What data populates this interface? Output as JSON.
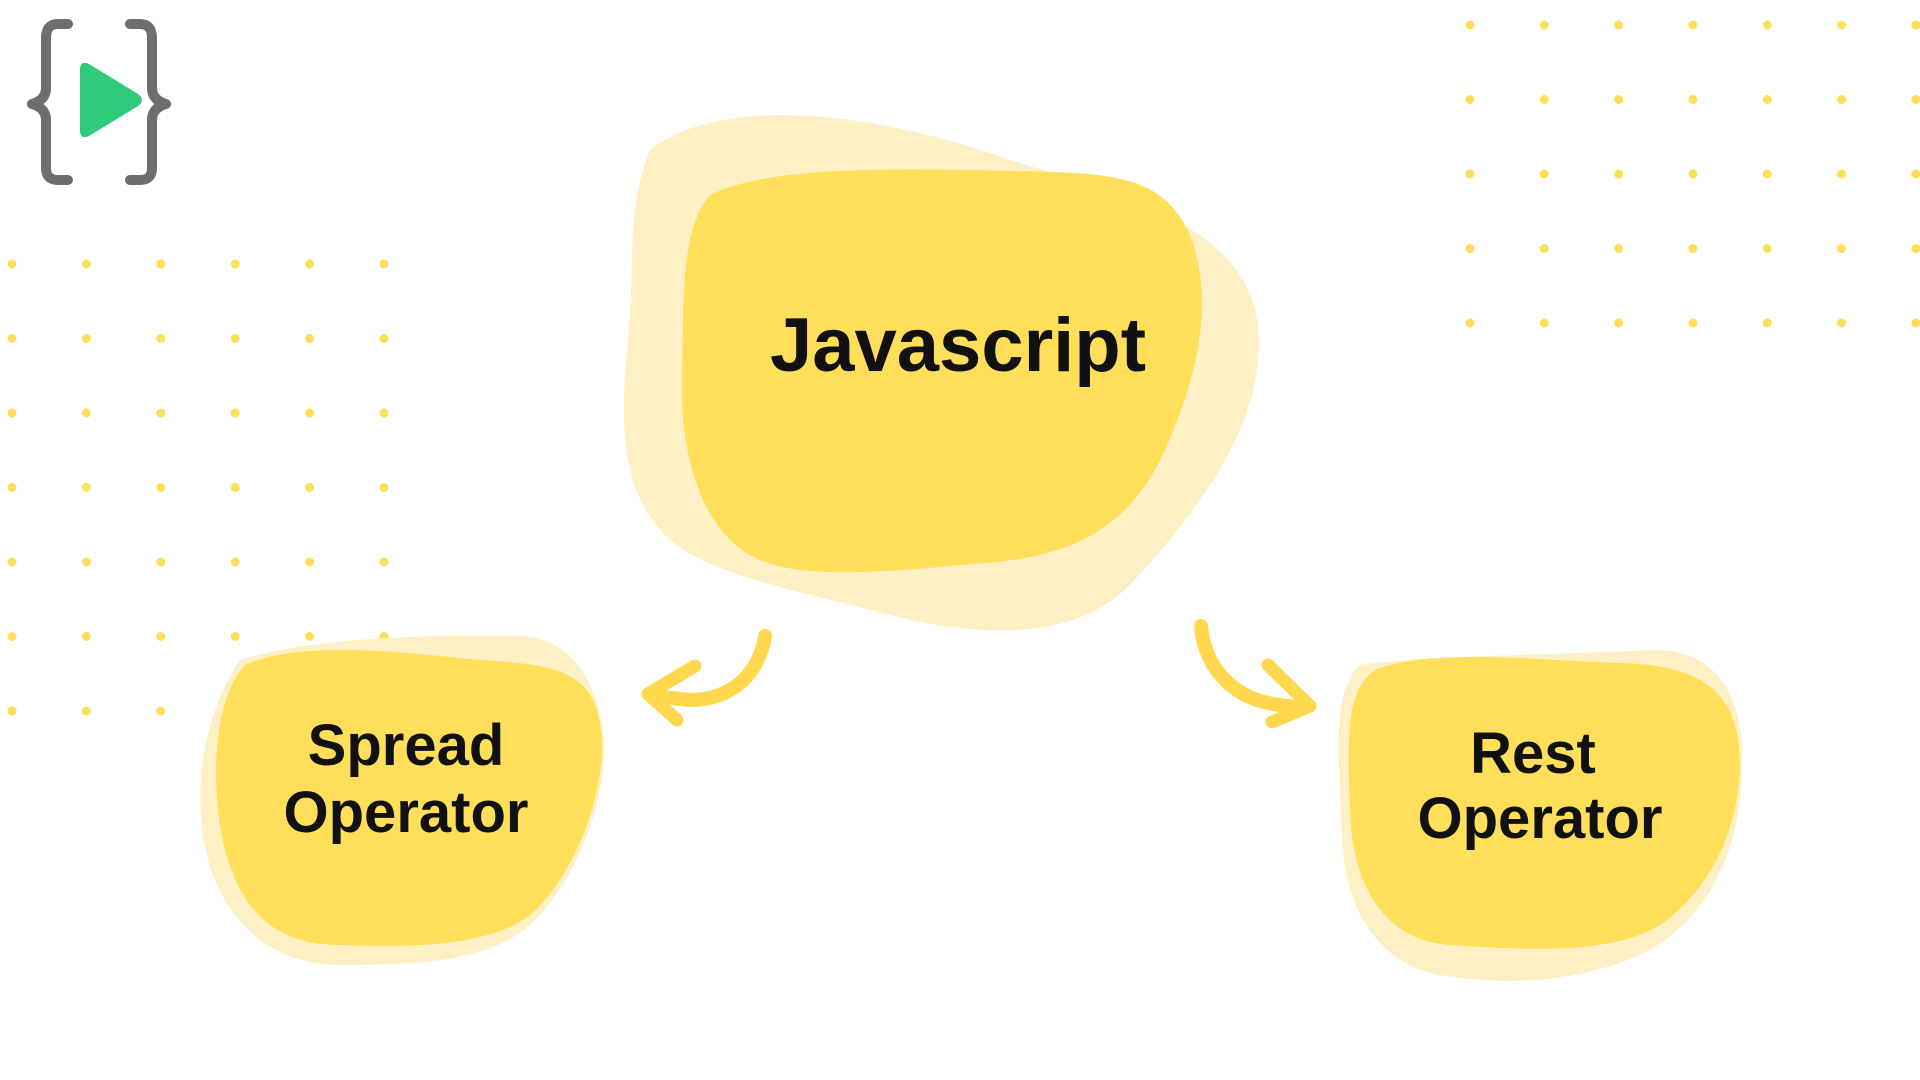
{
  "brand": {
    "logo_icon": "code-braces-play-icon",
    "brace_color": "#6e6e6e",
    "play_color": "#2ecc7a"
  },
  "colors": {
    "blob_main": "#ffde59",
    "blob_shadow": "#fdf0c4",
    "dots": "#ffde59",
    "arrow": "#ffd84d",
    "text": "#111111"
  },
  "diagram": {
    "root": {
      "label": "Javascript"
    },
    "children": [
      {
        "lines": [
          "Spread",
          "Operator"
        ]
      },
      {
        "lines": [
          "Rest",
          "Operator"
        ]
      }
    ],
    "edges": [
      {
        "from": "Javascript",
        "to": "Spread Operator"
      },
      {
        "from": "Javascript",
        "to": "Rest Operator"
      }
    ]
  }
}
